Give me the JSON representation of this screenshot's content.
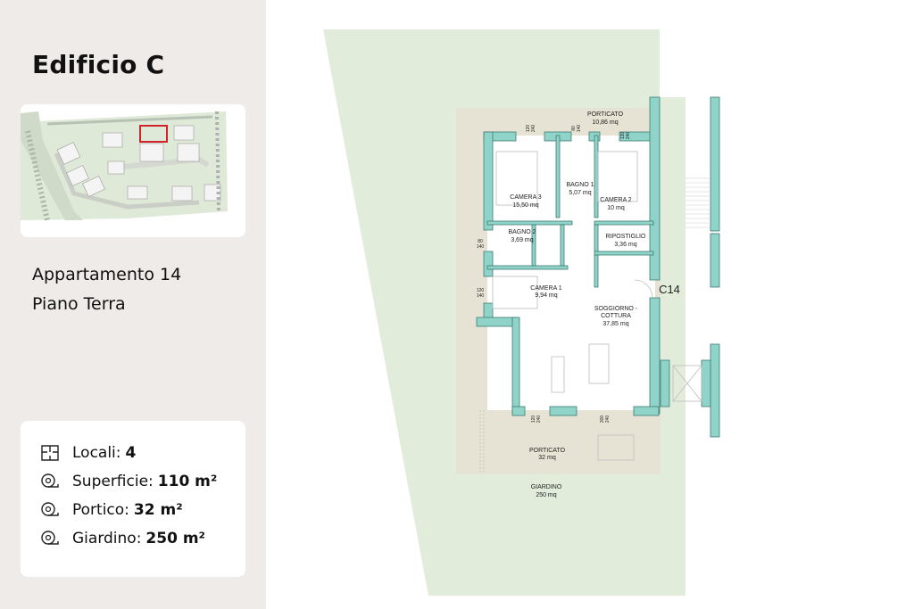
{
  "building": {
    "title": "Edificio C"
  },
  "apartment": {
    "name": "Appartamento 14",
    "floor": "Piano Terra"
  },
  "specs": [
    {
      "icon": "floorplan-icon",
      "label": "Locali:",
      "value": "4"
    },
    {
      "icon": "tape-measure-icon",
      "label": "Superficie:",
      "value": "110 m²"
    },
    {
      "icon": "tape-measure-icon",
      "label": "Portico:",
      "value": "32 m²"
    },
    {
      "icon": "tape-measure-icon",
      "label": "Giardino:",
      "value": "250 m²"
    }
  ],
  "plan": {
    "unit_code": "C14",
    "rooms": [
      {
        "name": "PORTICATO",
        "area": "10,86 mq"
      },
      {
        "name": "CAMERA 3",
        "area": "15,50 mq"
      },
      {
        "name": "BAGNO 1",
        "area": "5,07 mq"
      },
      {
        "name": "CAMERA 2",
        "area": "10 mq"
      },
      {
        "name": "BAGNO 2",
        "area": "3,69 mq"
      },
      {
        "name": "RIPOSTIGLIO",
        "area": "3,36 mq"
      },
      {
        "name": "CAMERA 1",
        "area": "9,94 mq"
      },
      {
        "name": "SOGGIORNO -",
        "name2": "COTTURA",
        "area": "37,85 mq"
      },
      {
        "name": "PORTICATO",
        "area": "32 mq"
      },
      {
        "name": "GIARDINO",
        "area": "250 mq"
      }
    ],
    "openings": [
      {
        "w": "120",
        "h": "240"
      },
      {
        "w": "80",
        "h": "140"
      },
      {
        "w": "130",
        "h": "240"
      },
      {
        "w": "80",
        "h": "140"
      },
      {
        "w": "120",
        "h": "140"
      },
      {
        "w": "120",
        "h": "240"
      },
      {
        "w": "300",
        "h": "240"
      }
    ]
  },
  "colors": {
    "sidebar_bg": "#eeebe8",
    "garden": "#e1ecdb",
    "porch": "#e7e3d4",
    "walls": "#8fd3c9",
    "highlight": "#d0232a"
  }
}
